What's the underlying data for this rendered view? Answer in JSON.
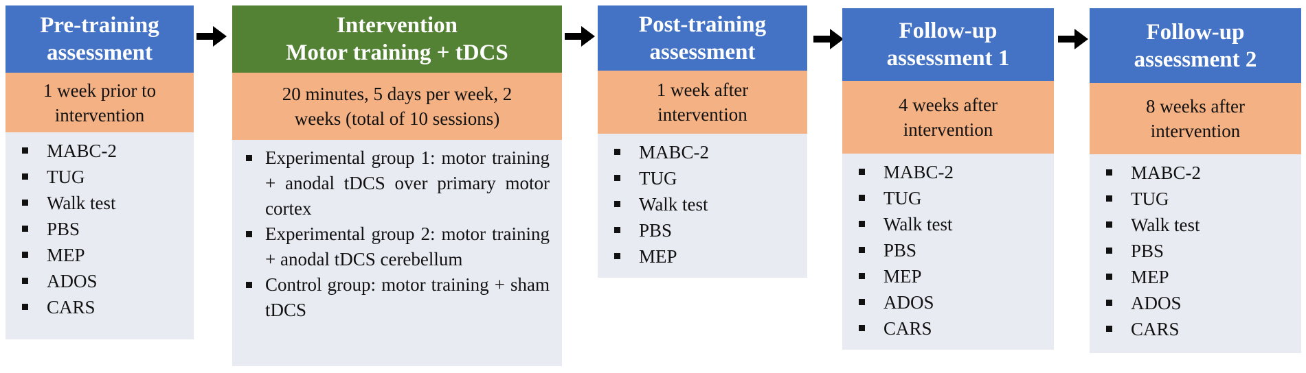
{
  "columns": [
    {
      "title_lines": [
        "Pre-training",
        "assessment"
      ],
      "timing_lines": [
        "1 week prior to",
        "intervention"
      ],
      "items": [
        "MABC-2",
        "TUG",
        "Walk test",
        "PBS",
        "MEP",
        "ADOS",
        "CARS"
      ]
    },
    {
      "title_lines": [
        "Intervention",
        "Motor training + tDCS"
      ],
      "timing_lines": [
        "20 minutes, 5 days per week, 2",
        "weeks (total of 10 sessions)"
      ],
      "items": [
        "Experimental group 1: motor training + anodal tDCS over primary motor cortex",
        "Experimental group 2: motor training + anodal tDCS cerebellum",
        "Control group: motor training + sham tDCS"
      ]
    },
    {
      "title_lines": [
        "Post-training",
        "assessment"
      ],
      "timing_lines": [
        "1 week after",
        "intervention"
      ],
      "items": [
        "MABC-2",
        "TUG",
        "Walk test",
        "PBS",
        "MEP"
      ]
    },
    {
      "title_lines": [
        "Follow-up",
        "assessment 1"
      ],
      "timing_lines": [
        "4 weeks after",
        "intervention"
      ],
      "items": [
        "MABC-2",
        "TUG",
        "Walk test",
        "PBS",
        "MEP",
        "ADOS",
        "CARS"
      ]
    },
    {
      "title_lines": [
        "Follow-up",
        "assessment 2"
      ],
      "timing_lines": [
        "8 weeks after",
        "intervention"
      ],
      "items": [
        "MABC-2",
        "TUG",
        "Walk test",
        "PBS",
        "MEP",
        "ADOS",
        "CARS"
      ]
    }
  ],
  "colors": {
    "assessment_header": "#4472c4",
    "intervention_header": "#548235",
    "timing_box": "#f4b183",
    "list_box": "#e9ebf3",
    "arrow": "#000000"
  }
}
